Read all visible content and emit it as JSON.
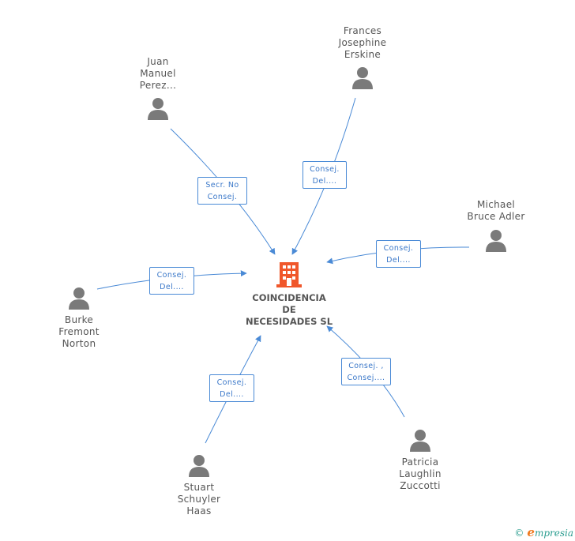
{
  "colors": {
    "edge": "#4a8ad6",
    "person_icon": "#7a7a7a",
    "company_icon": "#f0572b"
  },
  "company": {
    "name_lines": [
      "COINCIDENCIA",
      "DE",
      "NECESIDADES SL"
    ],
    "icon": "building-icon"
  },
  "people": [
    {
      "id": "juan",
      "lines": [
        "Juan",
        "Manuel",
        "Perez..."
      ],
      "icon": "person-icon"
    },
    {
      "id": "frances",
      "lines": [
        "Frances",
        "Josephine",
        "Erskine"
      ],
      "icon": "person-icon"
    },
    {
      "id": "michael",
      "lines": [
        "Michael",
        "Bruce Adler"
      ],
      "icon": "person-icon"
    },
    {
      "id": "burke",
      "lines": [
        "Burke",
        "Fremont",
        "Norton"
      ],
      "icon": "person-icon"
    },
    {
      "id": "stuart",
      "lines": [
        "Stuart",
        "Schuyler",
        "Haas"
      ],
      "icon": "person-icon"
    },
    {
      "id": "patricia",
      "lines": [
        "Patricia",
        "Laughlin",
        "Zuccotti"
      ],
      "icon": "person-icon"
    }
  ],
  "relations": [
    {
      "person": "juan",
      "lines": [
        "Secr. No",
        "Consej."
      ]
    },
    {
      "person": "frances",
      "lines": [
        "Consej.",
        "Del...."
      ]
    },
    {
      "person": "michael",
      "lines": [
        "Consej.",
        "Del...."
      ]
    },
    {
      "person": "burke",
      "lines": [
        "Consej.",
        "Del...."
      ]
    },
    {
      "person": "stuart",
      "lines": [
        "Consej.",
        "Del...."
      ]
    },
    {
      "person": "patricia",
      "lines": [
        "Consej. ,",
        "Consej...."
      ]
    }
  ],
  "footer": {
    "copyright": "©",
    "brand_initial": "e",
    "brand_rest": "mpresia"
  }
}
